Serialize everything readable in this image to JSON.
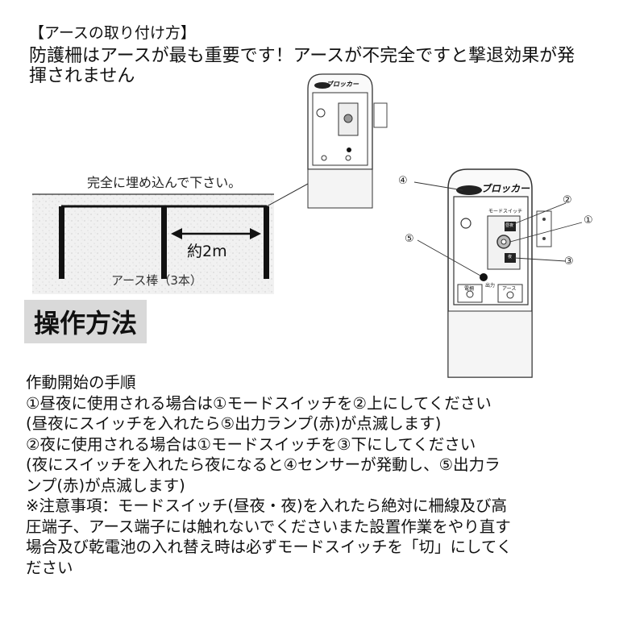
{
  "top": {
    "section_title": "【アースの取り付け方】",
    "lines": [
      "防護柵はアースが最も重要です！アースが不完全ですと撃退効果が発",
      "揮されません"
    ]
  },
  "ground_diagram": {
    "caption": "完全に埋め込んで下さい。",
    "distance_label": "約2m",
    "rod_label": "アース棒（3本）"
  },
  "device": {
    "brand_small": "ブロッカー",
    "brand_large": "ブロッカー",
    "callouts": [
      "④",
      "②",
      "①",
      "⑤",
      "③"
    ],
    "panel_labels": {
      "mode_switch": "モードスイッチ",
      "output": "出力",
      "fence": "電柵",
      "earth": "アース",
      "day_night": "昼夜",
      "night": "夜"
    }
  },
  "section_heading": "操作方法",
  "body": {
    "lines": [
      "作動開始の手順",
      "①昼夜に使用される場合は①モードスイッチを②上にしてください",
      "(昼夜にスイッチを入れたら⑤出力ランプ(赤)が点滅します)",
      "②夜に使用される場合は①モードスイッチを③下にしてください",
      "(夜にスイッチを入れたら夜になると④センサーが発動し、⑤出力ラ",
      "ンプ(赤)が点滅します)",
      "※注意事項：モードスイッチ(昼夜・夜)を入れたら絶対に柵線及び高",
      "圧端子、アース端子には触れないでくださいまた設置作業をやり直す",
      "場合及び乾電池の入れ替え時は必ずモードスイッチを「切」にしてく",
      "ださい"
    ]
  }
}
